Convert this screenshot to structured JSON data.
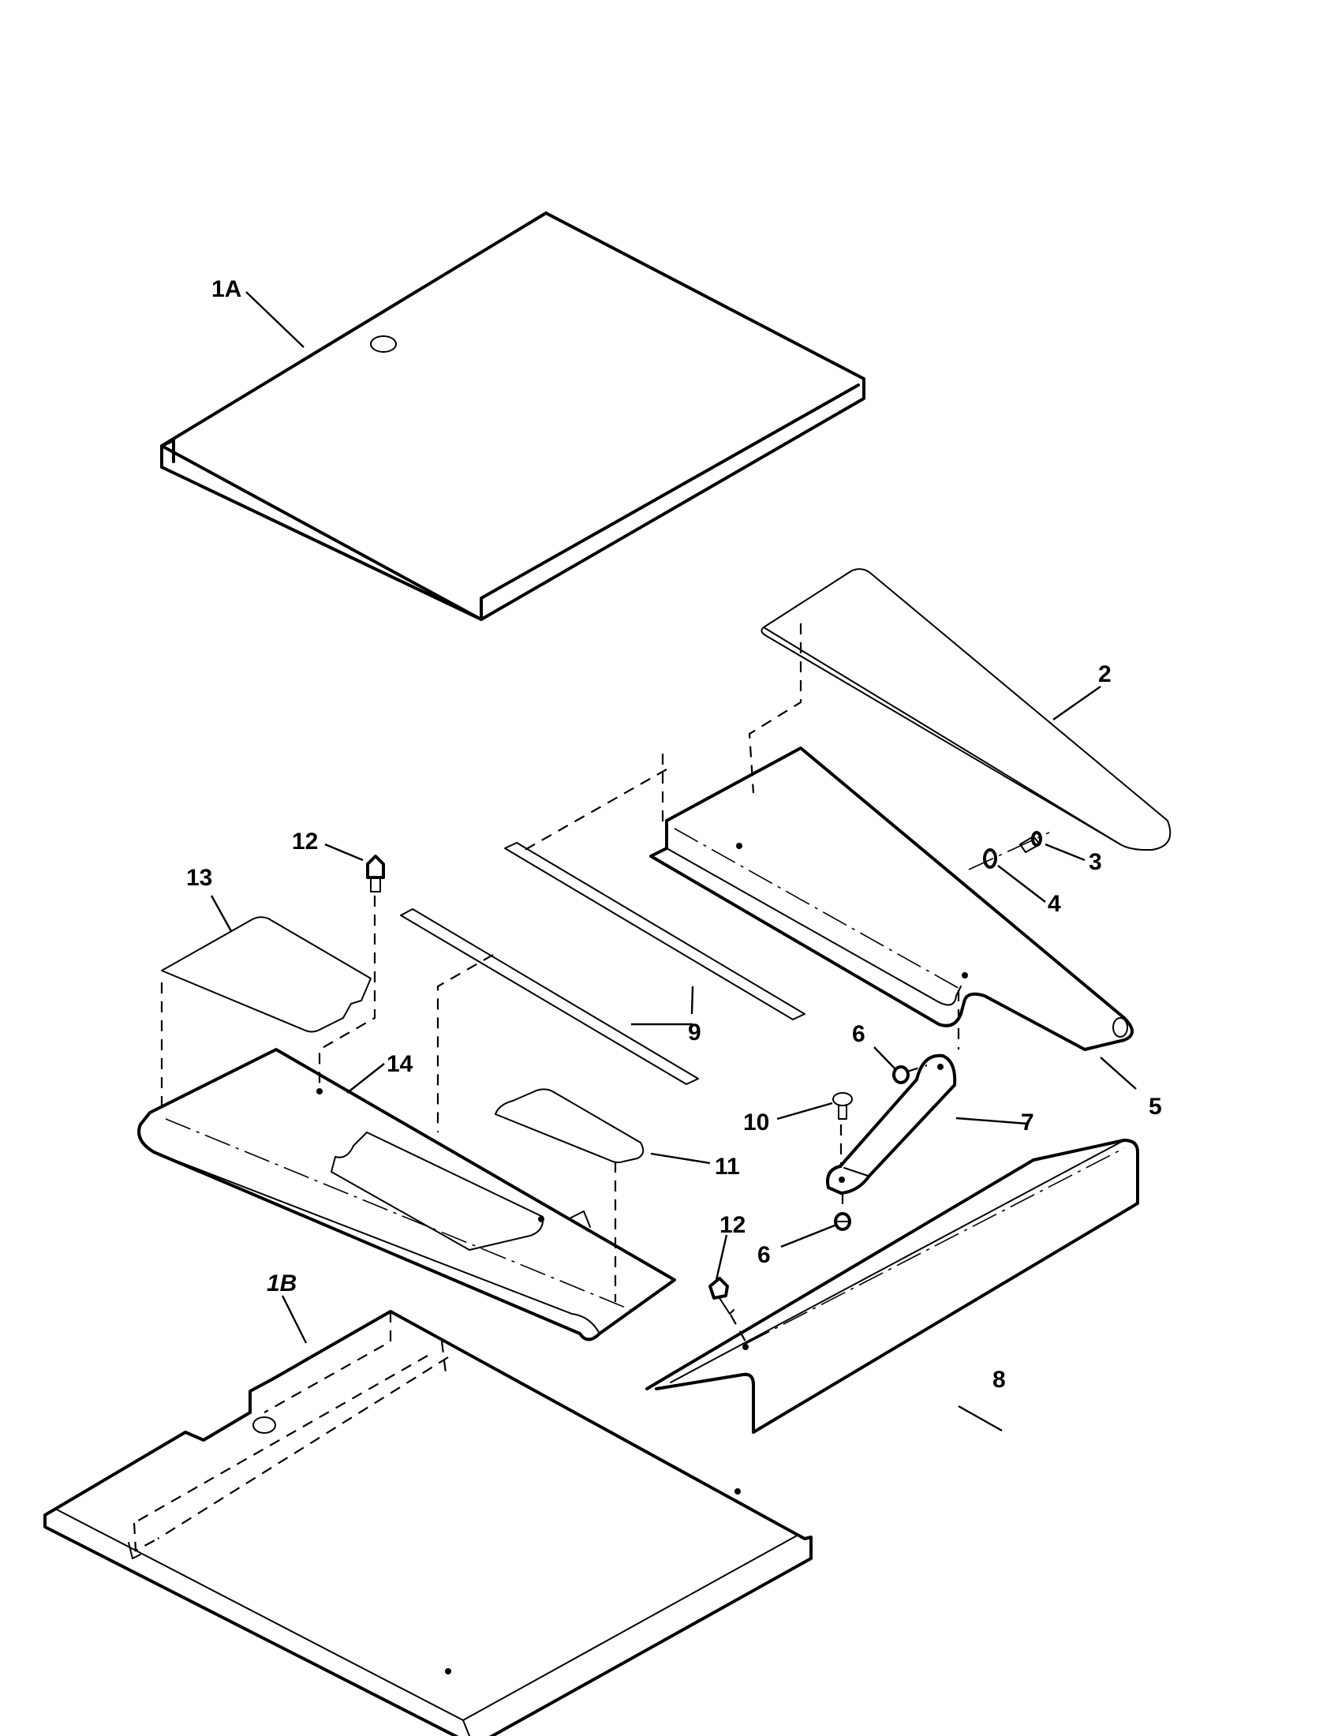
{
  "figure": {
    "callouts": {
      "c1A": "1A",
      "c1B": "1B",
      "c2": "2",
      "c3": "3",
      "c4": "4",
      "c5": "5",
      "c6a": "6",
      "c6b": "6",
      "c7": "7",
      "c8": "8",
      "c9": "9",
      "c10": "10",
      "c11": "11",
      "c12a": "12",
      "c12b": "12",
      "c13": "13",
      "c14": "14"
    }
  }
}
